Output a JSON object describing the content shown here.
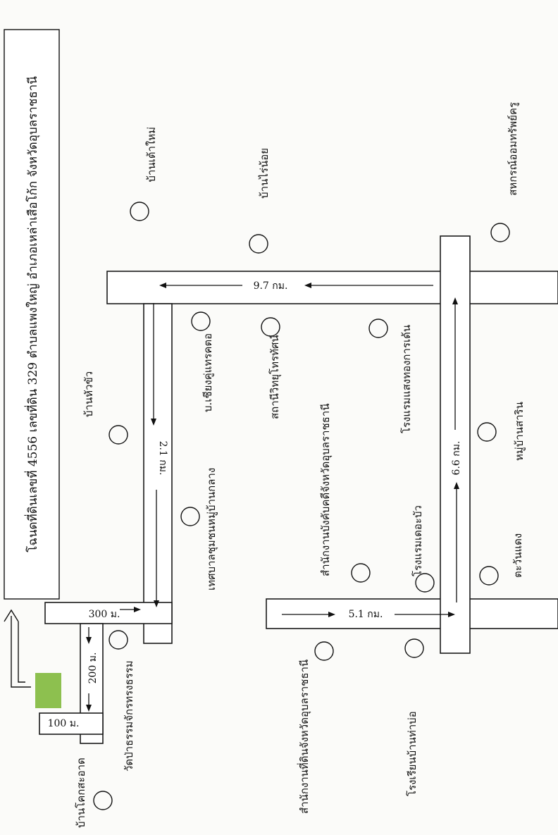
{
  "title": "โฉนดที่ดินเลขที่ 4556 เลขที่ดิน 329 ตำบลแพงใหญ่ อำเภอเหล่าเสือโก้ก จังหวัดอุบลราชธานี",
  "colors": {
    "parcel": "#8dc04f",
    "ink": "#111111",
    "paper": "#fbfbf9"
  },
  "distances": [
    "9.7 กม.",
    "2.1 กม.",
    "300 ม.",
    "200 ม.",
    "100 ม.",
    "5.1 กม.",
    "6.6 กม."
  ],
  "landmarks": [
    "บ้านเต้าใหม่",
    "บ้านไร่น้อย",
    "สหกรณ์ออมทรัพย์ครู",
    "บ.เชียงคู่แทรคตอ",
    "สถานีวิทยุโทรทัศน์",
    "โรงแรมแสงทองการเด้น",
    "บ้านหัวขัว",
    "หมู่บ้านสาริน",
    "เทศบาลชุมชนหมู่บ้านกลาง",
    "สำนักงานบังคับคดีจังหวัดอุบลราชธานี",
    "โรงแรมเดอะบัว",
    "ตะวันแดง",
    "วัดป่าธรรมจักรทรงธรรม",
    "สำนักงานที่ดินจังหวัดอุบลราชธานี",
    "โรงเรียนบ้านท่าบ่อ",
    "บ้านโคกสะอาด"
  ]
}
